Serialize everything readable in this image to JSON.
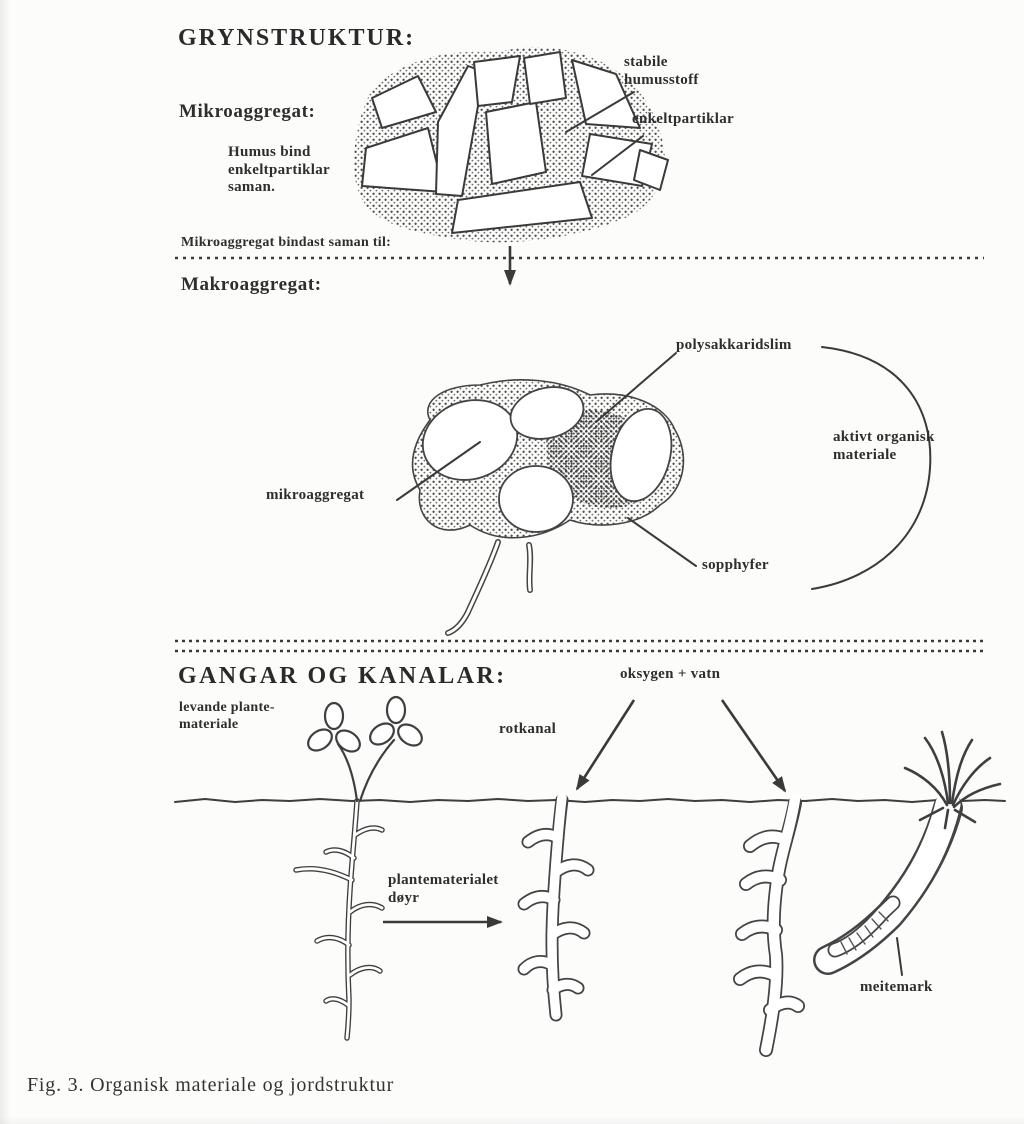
{
  "figure": {
    "caption": "Fig. 3. Organisk materiale og jordstruktur"
  },
  "grynstruktur": {
    "heading": "GRYNSTRUKTUR:",
    "mikroaggregat_heading": "Mikroaggregat:",
    "humus_note": "Humus bind\nenkeltpartiklar\nsaman.",
    "stabile_humusstoff": "stabile\nhumusstoff",
    "enkeltpartiklar": "enkeltpartiklar",
    "bindast_note": "Mikroaggregat bindast saman til:"
  },
  "makroaggregat": {
    "heading": "Makroaggregat:",
    "polysakkaridslim": "polysakkaridslim",
    "aktivt_organisk_materiale": "aktivt organisk\nmateriale",
    "mikroaggregat": "mikroaggregat",
    "sopphyfer": "sopphyfer"
  },
  "gangar": {
    "heading": "GANGAR OG KANALAR:",
    "levande_plantemateriale": "levande plante-\nmateriale",
    "rotkanal": "rotkanal",
    "oksygen_vatn": "oksygen + vatn",
    "plantematerialet_doyr": "plantematerialet\ndøyr",
    "meitemark": "meitemark"
  }
}
